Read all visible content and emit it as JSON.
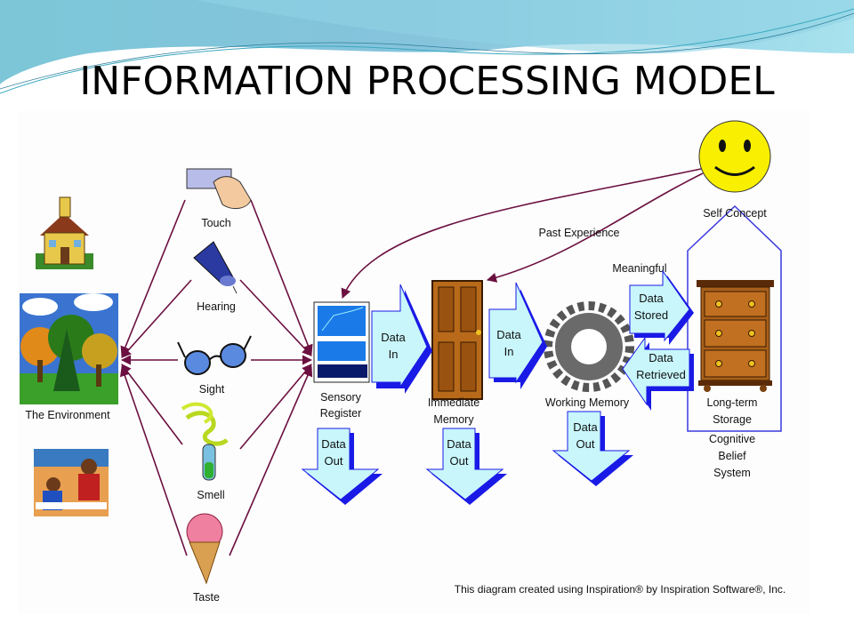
{
  "title": "INFORMATION PROCESSING MODEL",
  "colors": {
    "connector": "#6b1040",
    "arrow_fill": "#c8f6fb",
    "arrow_shadow": "#1a1ae6",
    "frame": "#3a3ae0"
  },
  "left": {
    "environment_label": "The Environment"
  },
  "senses": [
    {
      "label": "Touch",
      "icon": "hand-touch-icon"
    },
    {
      "label": "Hearing",
      "icon": "hearing-horn-icon"
    },
    {
      "label": "Sight",
      "icon": "eyeglasses-icon"
    },
    {
      "label": "Smell",
      "icon": "smell-vial-icon"
    },
    {
      "label": "Taste",
      "icon": "ice-cream-icon"
    }
  ],
  "stages": {
    "sensory": {
      "line1": "Sensory",
      "line2": "Register"
    },
    "immediate": {
      "line1": "Immediate",
      "line2": "Memory"
    },
    "working": {
      "label": "Working Memory"
    },
    "longterm": {
      "line1": "Long-term",
      "line2": "Storage"
    },
    "belief": {
      "line1": "Cognitive",
      "line2": "Belief",
      "line3": "System"
    },
    "self": {
      "label": "Self Concept"
    }
  },
  "arrows": {
    "data_in_1": {
      "line1": "Data",
      "line2": "In"
    },
    "data_in_2": {
      "line1": "Data",
      "line2": "In"
    },
    "data_out_1": {
      "line1": "Data",
      "line2": "Out"
    },
    "data_out_2": {
      "line1": "Data",
      "line2": "Out"
    },
    "data_out_3": {
      "line1": "Data",
      "line2": "Out"
    },
    "data_stored": {
      "line1": "Data",
      "line2": "Stored"
    },
    "data_retrieved": {
      "line1": "Data",
      "line2": "Retrieved"
    }
  },
  "meaningful_label": "Meaningful",
  "past_experience_label": "Past Experience",
  "footer": "This diagram created using Inspiration® by Inspiration Software®, Inc."
}
